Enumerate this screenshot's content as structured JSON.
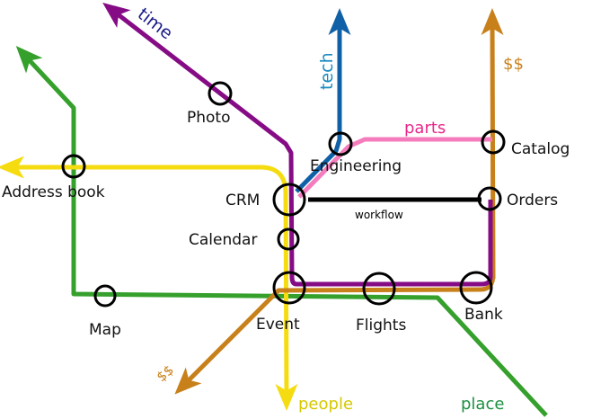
{
  "colors": {
    "time": "#860c86",
    "money": "#c8801a",
    "place": "#35a02c",
    "people": "#f5dc10",
    "tech": "#1060a8",
    "parts": "#f57cbc",
    "workflow": "#000000"
  },
  "lines": {
    "time": "time",
    "tech": "tech",
    "money_up": "$$",
    "parts": "parts",
    "workflow": "workflow",
    "money_down": "$$",
    "people": "people",
    "place": "place"
  },
  "stations": {
    "photo": "Photo",
    "address_book": "Address book",
    "engineering": "Engineering",
    "catalog": "Catalog",
    "crm": "CRM",
    "orders": "Orders",
    "calendar": "Calendar",
    "map": "Map",
    "event": "Event",
    "flights": "Flights",
    "bank": "Bank"
  }
}
